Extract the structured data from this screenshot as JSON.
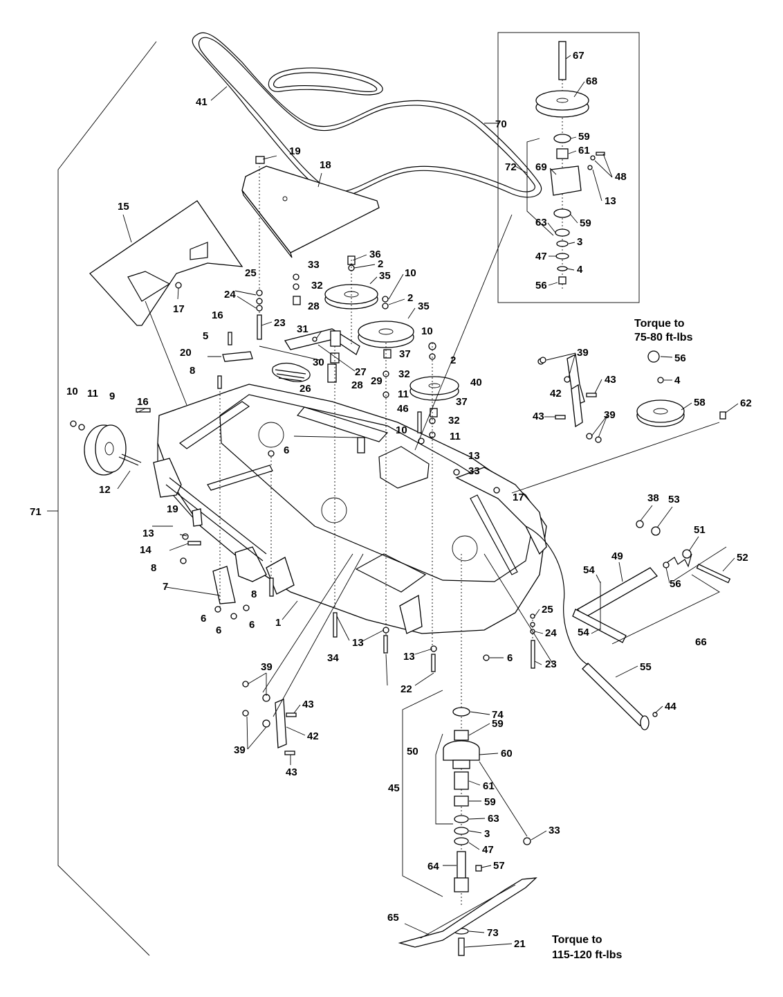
{
  "callouts": [
    {
      "id": "c41",
      "text": "41"
    },
    {
      "id": "c19a",
      "text": "19"
    },
    {
      "id": "c18",
      "text": "18"
    },
    {
      "id": "c15",
      "text": "15"
    },
    {
      "id": "c17a",
      "text": "17"
    },
    {
      "id": "c33a",
      "text": "33"
    },
    {
      "id": "c36",
      "text": "36"
    },
    {
      "id": "c2a",
      "text": "2"
    },
    {
      "id": "c35a",
      "text": "35"
    },
    {
      "id": "c32a",
      "text": "32"
    },
    {
      "id": "c28a",
      "text": "28"
    },
    {
      "id": "c10a",
      "text": "10"
    },
    {
      "id": "c2b",
      "text": "2"
    },
    {
      "id": "c35b",
      "text": "35"
    },
    {
      "id": "c25a",
      "text": "25"
    },
    {
      "id": "c24a",
      "text": "24"
    },
    {
      "id": "c23a",
      "text": "23"
    },
    {
      "id": "c16a",
      "text": "16"
    },
    {
      "id": "c5",
      "text": "5"
    },
    {
      "id": "c20",
      "text": "20"
    },
    {
      "id": "c31",
      "text": "31"
    },
    {
      "id": "c27",
      "text": "27"
    },
    {
      "id": "c28b",
      "text": "28"
    },
    {
      "id": "c30",
      "text": "30"
    },
    {
      "id": "c29",
      "text": "29"
    },
    {
      "id": "c26",
      "text": "26"
    },
    {
      "id": "c10b",
      "text": "10"
    },
    {
      "id": "c2c",
      "text": "2"
    },
    {
      "id": "c37a",
      "text": "37"
    },
    {
      "id": "c32b",
      "text": "32"
    },
    {
      "id": "c11a",
      "text": "11"
    },
    {
      "id": "c40",
      "text": "40"
    },
    {
      "id": "c37b",
      "text": "37"
    },
    {
      "id": "c46",
      "text": "46"
    },
    {
      "id": "c32c",
      "text": "32"
    },
    {
      "id": "c10c",
      "text": "10"
    },
    {
      "id": "c11b",
      "text": "11"
    },
    {
      "id": "c8a",
      "text": "8"
    },
    {
      "id": "c10d",
      "text": "10"
    },
    {
      "id": "c11c",
      "text": "11"
    },
    {
      "id": "c9",
      "text": "9"
    },
    {
      "id": "c16b",
      "text": "16"
    },
    {
      "id": "c12",
      "text": "12"
    },
    {
      "id": "c6a",
      "text": "6"
    },
    {
      "id": "c13a",
      "text": "13"
    },
    {
      "id": "c33b",
      "text": "33"
    },
    {
      "id": "c17b",
      "text": "17"
    },
    {
      "id": "c71",
      "text": "71"
    },
    {
      "id": "c19b",
      "text": "19"
    },
    {
      "id": "c13b",
      "text": "13"
    },
    {
      "id": "c14",
      "text": "14"
    },
    {
      "id": "c8b",
      "text": "8"
    },
    {
      "id": "c7",
      "text": "7"
    },
    {
      "id": "c8c",
      "text": "8"
    },
    {
      "id": "c1",
      "text": "1"
    },
    {
      "id": "c6b",
      "text": "6"
    },
    {
      "id": "c6c",
      "text": "6"
    },
    {
      "id": "c6d",
      "text": "6"
    },
    {
      "id": "c34",
      "text": "34"
    },
    {
      "id": "c13c",
      "text": "13"
    },
    {
      "id": "c13d",
      "text": "13"
    },
    {
      "id": "c22",
      "text": "22"
    },
    {
      "id": "c6e",
      "text": "6"
    },
    {
      "id": "c25b",
      "text": "25"
    },
    {
      "id": "c24b",
      "text": "24"
    },
    {
      "id": "c23b",
      "text": "23"
    },
    {
      "id": "c67",
      "text": "67"
    },
    {
      "id": "c68",
      "text": "68"
    },
    {
      "id": "c70",
      "text": "70"
    },
    {
      "id": "c59a",
      "text": "59"
    },
    {
      "id": "c72",
      "text": "72"
    },
    {
      "id": "c61a",
      "text": "61"
    },
    {
      "id": "c69",
      "text": "69"
    },
    {
      "id": "c48",
      "text": "48"
    },
    {
      "id": "c13e",
      "text": "13"
    },
    {
      "id": "c63a",
      "text": "63"
    },
    {
      "id": "c59b",
      "text": "59"
    },
    {
      "id": "c3a",
      "text": "3"
    },
    {
      "id": "c47a",
      "text": "47"
    },
    {
      "id": "c4a",
      "text": "4"
    },
    {
      "id": "c56a",
      "text": "56"
    },
    {
      "id": "c56b",
      "text": "56"
    },
    {
      "id": "c4b",
      "text": "4"
    },
    {
      "id": "c58",
      "text": "58"
    },
    {
      "id": "c62",
      "text": "62"
    },
    {
      "id": "c39a",
      "text": "39"
    },
    {
      "id": "c43a",
      "text": "43"
    },
    {
      "id": "c42a",
      "text": "42"
    },
    {
      "id": "c43b",
      "text": "43"
    },
    {
      "id": "c39b",
      "text": "39"
    },
    {
      "id": "c38",
      "text": "38"
    },
    {
      "id": "c53",
      "text": "53"
    },
    {
      "id": "c51",
      "text": "51"
    },
    {
      "id": "c52",
      "text": "52"
    },
    {
      "id": "c49",
      "text": "49"
    },
    {
      "id": "c54a",
      "text": "54"
    },
    {
      "id": "c56c",
      "text": "56"
    },
    {
      "id": "c54b",
      "text": "54"
    },
    {
      "id": "c66",
      "text": "66"
    },
    {
      "id": "c55",
      "text": "55"
    },
    {
      "id": "c44",
      "text": "44"
    },
    {
      "id": "c39c",
      "text": "39"
    },
    {
      "id": "c43c",
      "text": "43"
    },
    {
      "id": "c42b",
      "text": "42"
    },
    {
      "id": "c39d",
      "text": "39"
    },
    {
      "id": "c43d",
      "text": "43"
    },
    {
      "id": "c74",
      "text": "74"
    },
    {
      "id": "c59c",
      "text": "59"
    },
    {
      "id": "c50",
      "text": "50"
    },
    {
      "id": "c60",
      "text": "60"
    },
    {
      "id": "c45",
      "text": "45"
    },
    {
      "id": "c61b",
      "text": "61"
    },
    {
      "id": "c59d",
      "text": "59"
    },
    {
      "id": "c63b",
      "text": "63"
    },
    {
      "id": "c3b",
      "text": "3"
    },
    {
      "id": "c33c",
      "text": "33"
    },
    {
      "id": "c47b",
      "text": "47"
    },
    {
      "id": "c64",
      "text": "64"
    },
    {
      "id": "c57",
      "text": "57"
    },
    {
      "id": "c65",
      "text": "65"
    },
    {
      "id": "c73",
      "text": "73"
    },
    {
      "id": "c21",
      "text": "21"
    }
  ],
  "torque_notes": {
    "upper_line1": "Torque to",
    "upper_line2": "75-80 ft-lbs",
    "lower_line1": "Torque to",
    "lower_line2": "115-120 ft-lbs"
  }
}
